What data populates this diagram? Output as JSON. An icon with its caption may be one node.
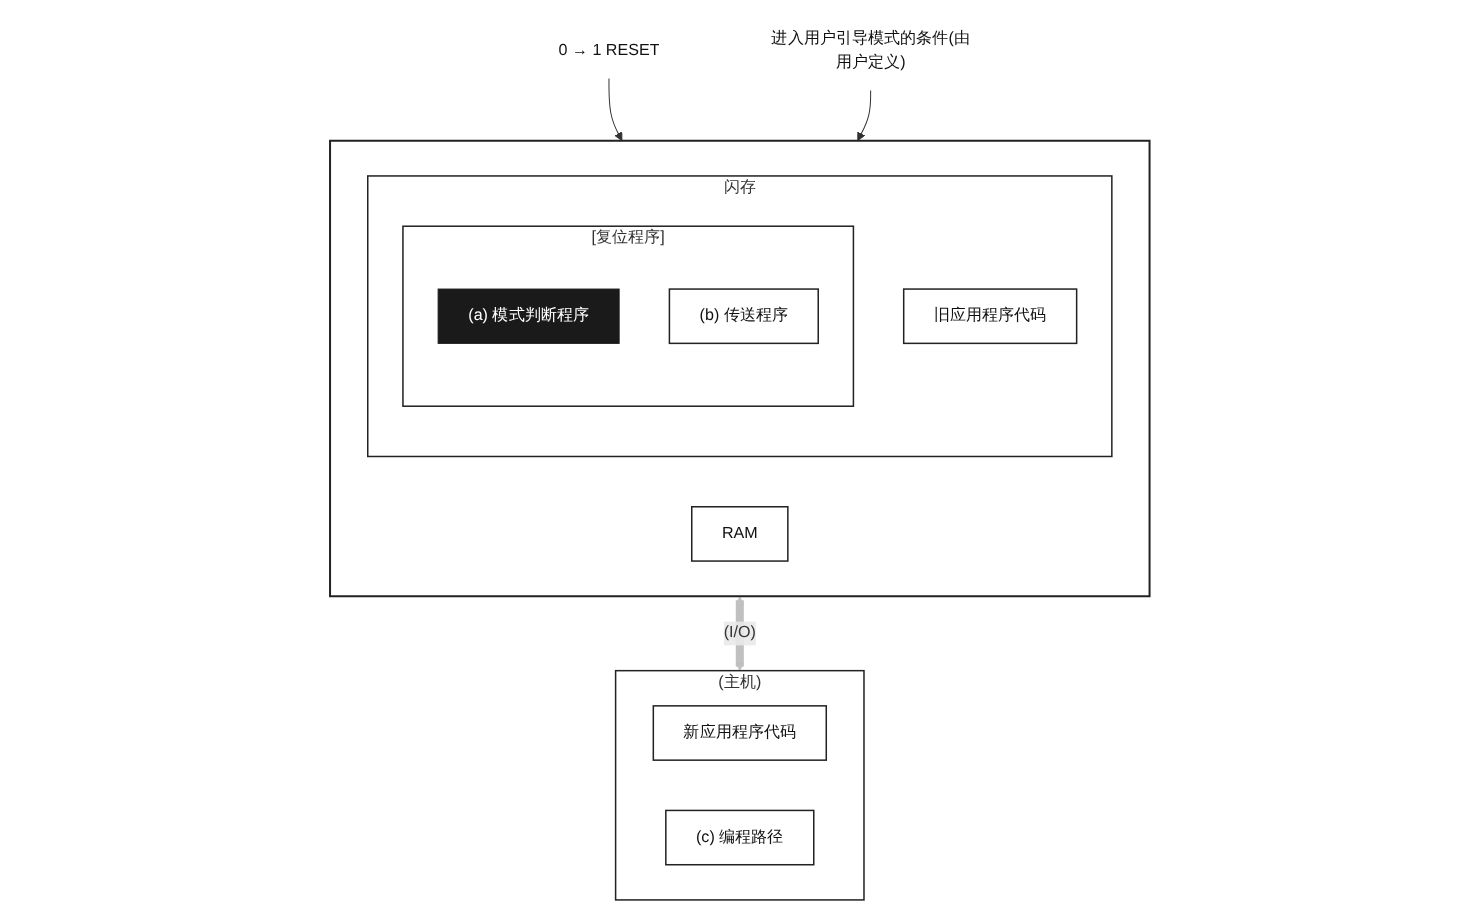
{
  "diagram": {
    "nodes": [
      {
        "text": [
          "(主机)"
        ]
      },
      {
        "text": [
          "新应用程序代码"
        ],
        "in": 0
      },
      {
        "text": [
          "(c) 编程路径"
        ],
        "in": 0
      },
      {
        "text": [],
        "shape": "box"
      },
      {
        "text": [
          "闪存"
        ],
        "in": 3
      },
      {
        "text": [
          "旧应用程序代码"
        ],
        "in": 4
      },
      {
        "text": [
          "[复位程序]"
        ],
        "in": 4
      },
      {
        "text": [
          "(a) 模式判断程序"
        ],
        "in": 6
      },
      {
        "text": [
          "(b) 传送程序"
        ],
        "in": 6
      },
      {
        "text": [
          "RAM"
        ],
        "in": 3
      },
      {
        "text": [
          "0 → 1 RESET"
        ]
      },
      {
        "text": [
          "进入用户引导模式的条件(由用户定义)"
        ]
      }
    ],
    "edges": [
      {
        "from": 3,
        "to": 0,
        "arrow": "both",
        "label": "(I/O)",
        "style": "thick",
        "color": "#c0c0c0"
      },
      {
        "from": 10,
        "to": 3,
        "arrow": "to"
      },
      {
        "from": 11,
        "to": 3,
        "arrow": "to"
      }
    ]
  }
}
